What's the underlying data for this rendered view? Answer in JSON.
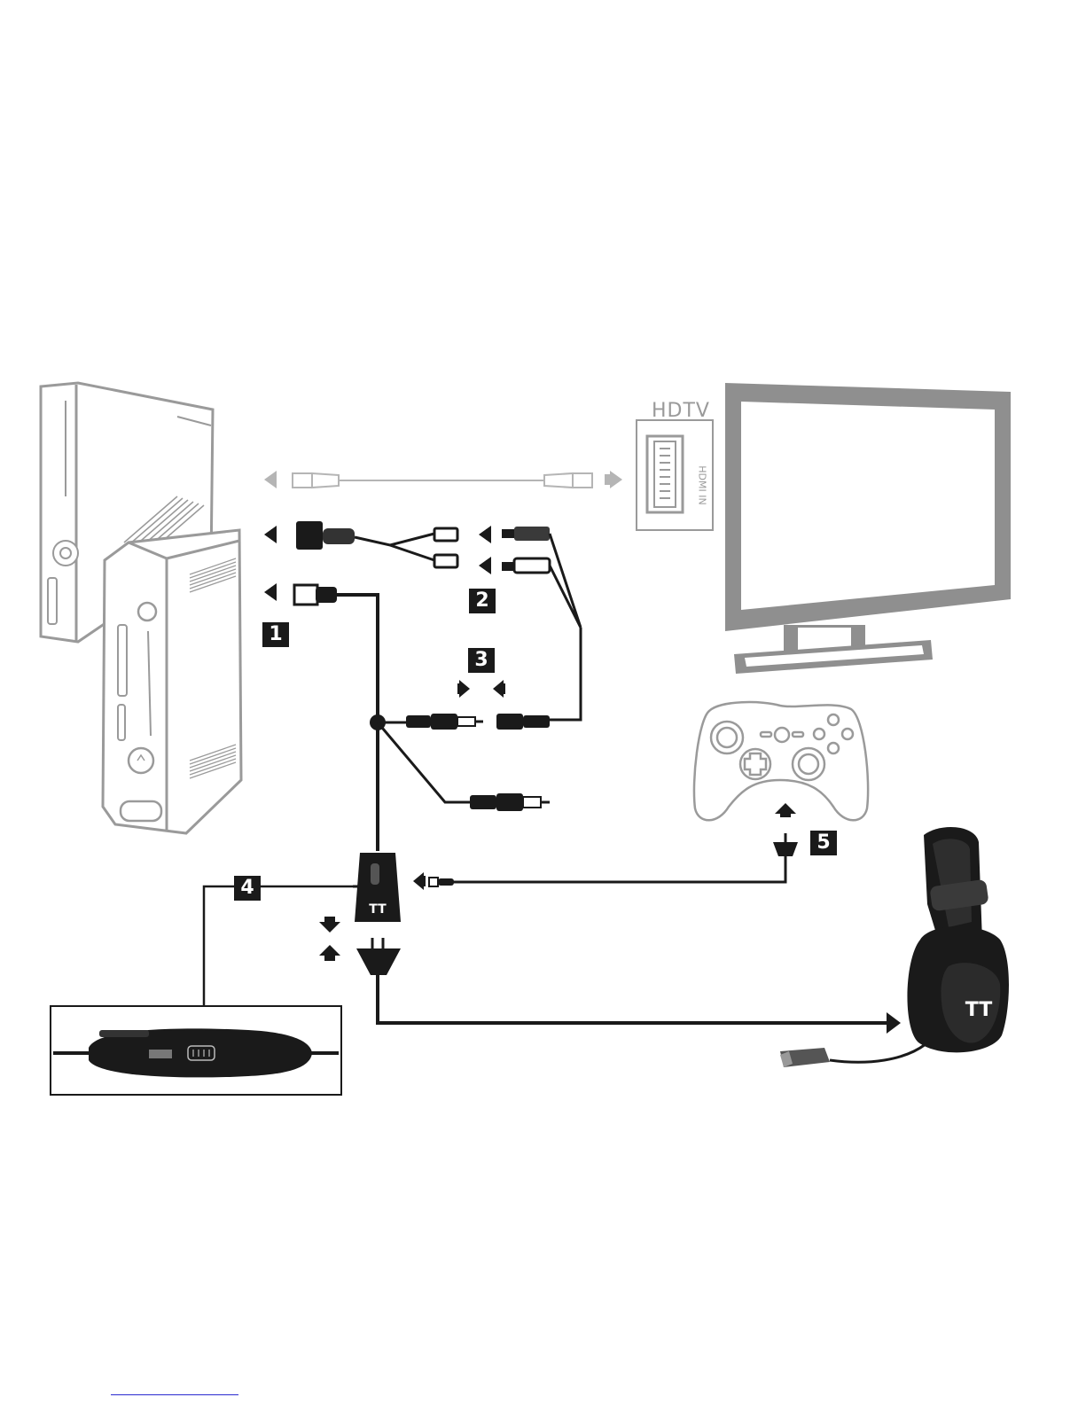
{
  "labels": {
    "hdtv": "HDTV",
    "hdmi_in": "HDMI IN"
  },
  "steps": [
    "1",
    "2",
    "3",
    "4",
    "5"
  ],
  "colors": {
    "ink": "#1a1a1a",
    "device_outline": "#9a9a9a",
    "tv_frame": "#8f8f8f",
    "hdmi_cable": "#b5b5b5"
  },
  "icons": [
    "xbox-360-console-icon",
    "xbox-360-slim-console-icon",
    "hdtv-icon",
    "hdmi-port-icon",
    "controller-icon",
    "headset-icon",
    "usb-plug-icon",
    "rca-plug-icon",
    "audio-jack-icon",
    "inline-amp-icon",
    "remote-control-icon",
    "arrow-icon"
  ]
}
